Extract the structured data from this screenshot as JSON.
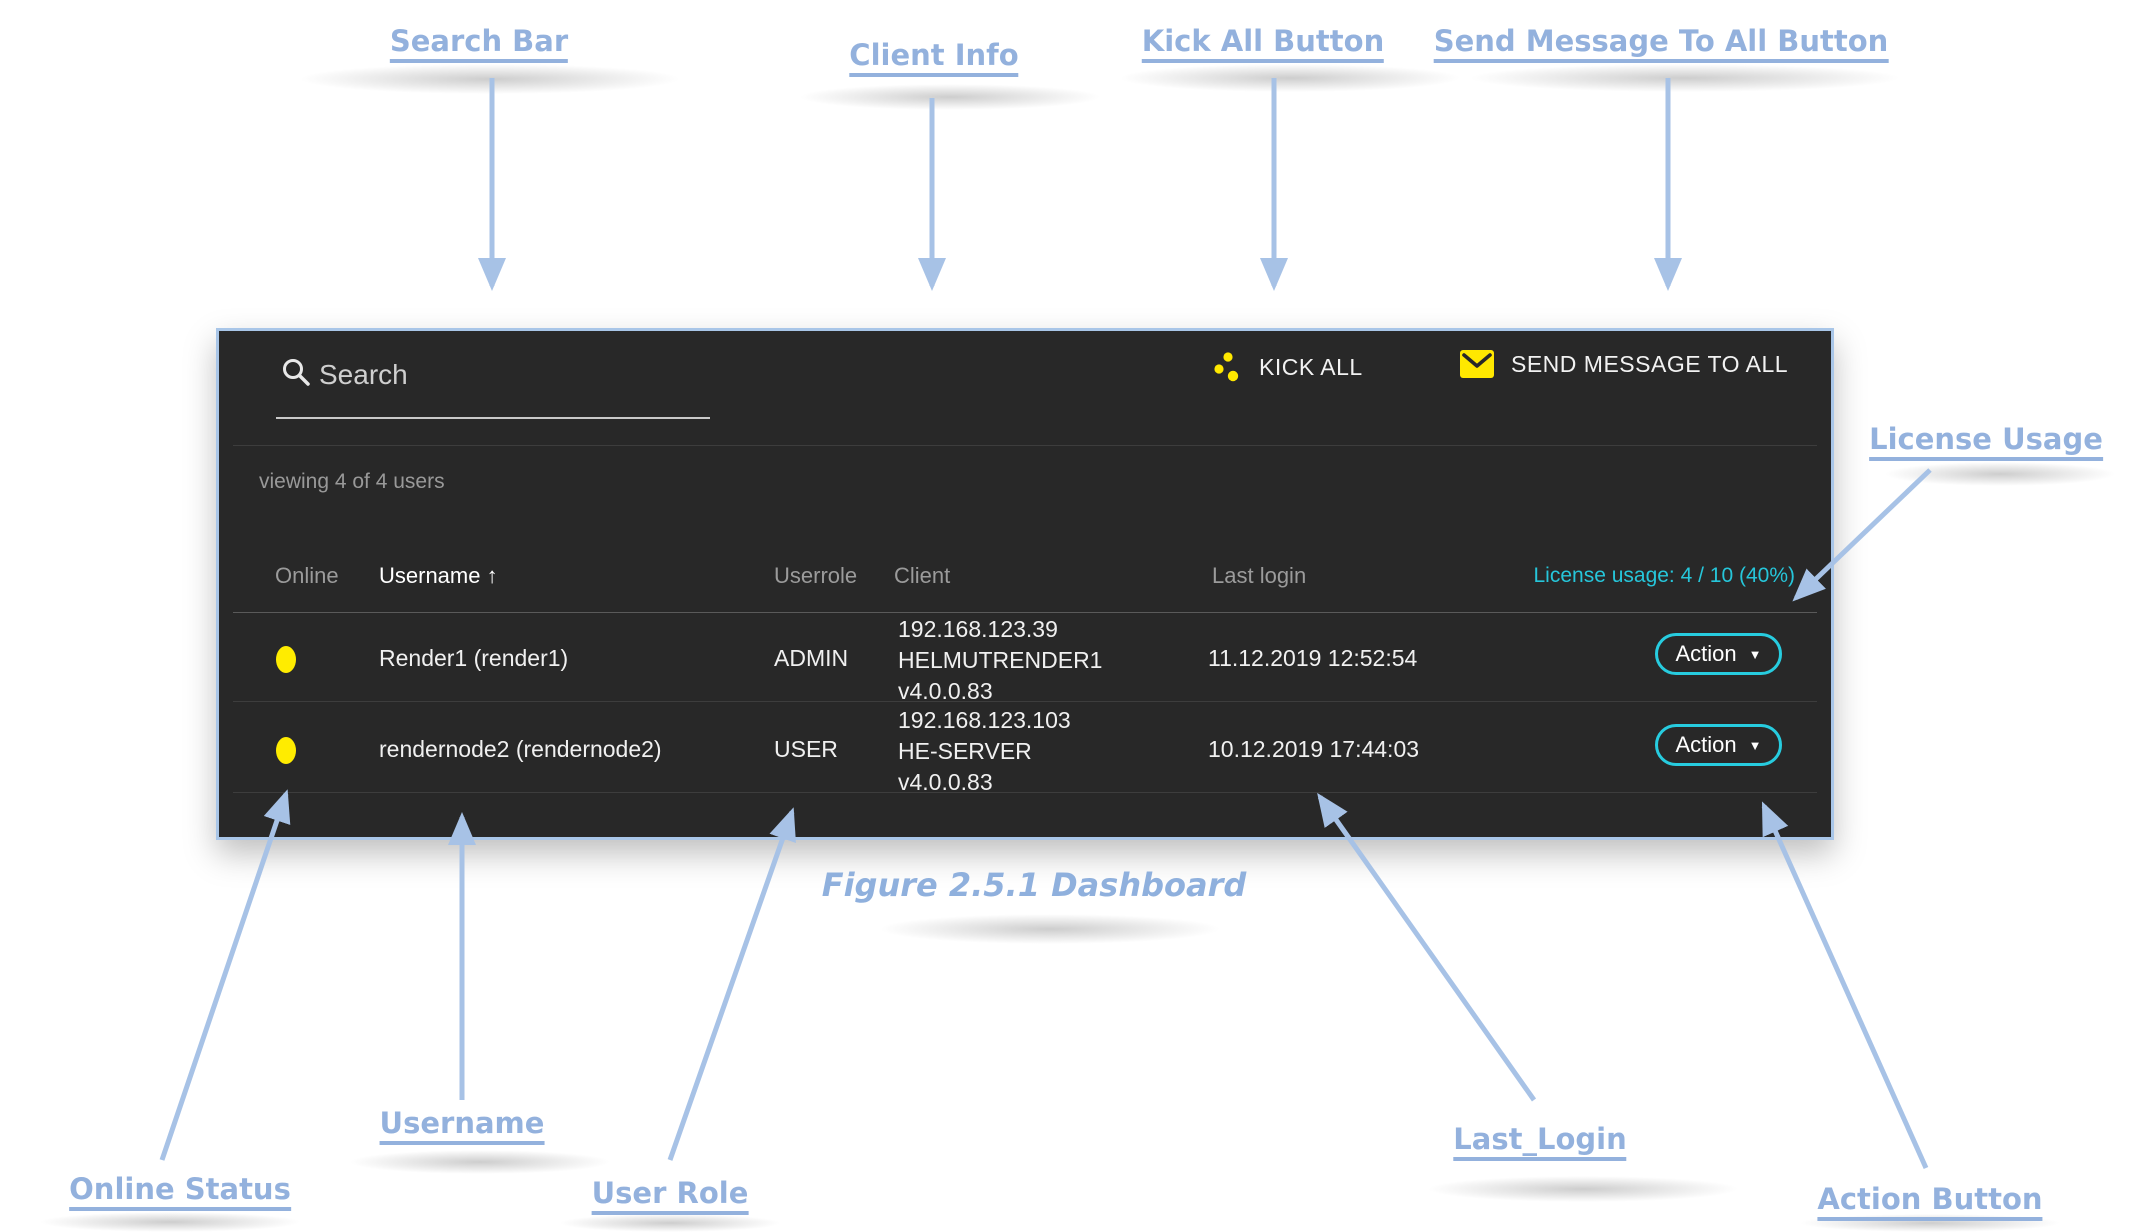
{
  "annotations": {
    "search_bar": "Search Bar",
    "client_info": "Client Info",
    "kick_all": "Kick All Button",
    "send_message": "Send Message To All Button",
    "license_usage": "License Usage",
    "online_status": "Online Status",
    "username": "Username",
    "user_role": "User Role",
    "last_login": "Last_Login",
    "action_button": "Action Button",
    "caption": "Figure 2.5.1 Dashboard"
  },
  "dashboard": {
    "search": {
      "placeholder": "Search"
    },
    "toolbar": {
      "kick_all_label": "KICK ALL",
      "send_message_label": "SEND MESSAGE TO ALL"
    },
    "summary": "viewing 4 of 4 users",
    "license_usage": "License usage: 4 / 10 (40%)",
    "table": {
      "headers": {
        "online": "Online",
        "username": "Username",
        "userrole": "Userrole",
        "client": "Client",
        "last_login": "Last login"
      },
      "rows": [
        {
          "online": "online",
          "username": "Render1 (render1)",
          "userrole": "ADMIN",
          "client_ip": "192.168.123.39",
          "client_host": "HELMUTRENDER1",
          "client_version": "v4.0.0.83",
          "last_login": "11.12.2019 12:52:54",
          "action_label": "Action"
        },
        {
          "online": "online",
          "username": "rendernode2 (rendernode2)",
          "userrole": "USER",
          "client_ip": "192.168.123.103",
          "client_host": "HE-SERVER",
          "client_version": "v4.0.0.83",
          "last_login": "10.12.2019 17:44:03",
          "action_label": "Action"
        }
      ]
    }
  },
  "icons": {
    "sort_asc": "↑",
    "dropdown": "▼"
  },
  "colors": {
    "panel_bg": "#282828",
    "panel_border": "#a9c6e8",
    "annotation_blue": "#93b1dd",
    "arrow_blue": "#a7c2e6",
    "accent_cyan": "#26c6da",
    "accent_yellow": "#ffec00"
  }
}
